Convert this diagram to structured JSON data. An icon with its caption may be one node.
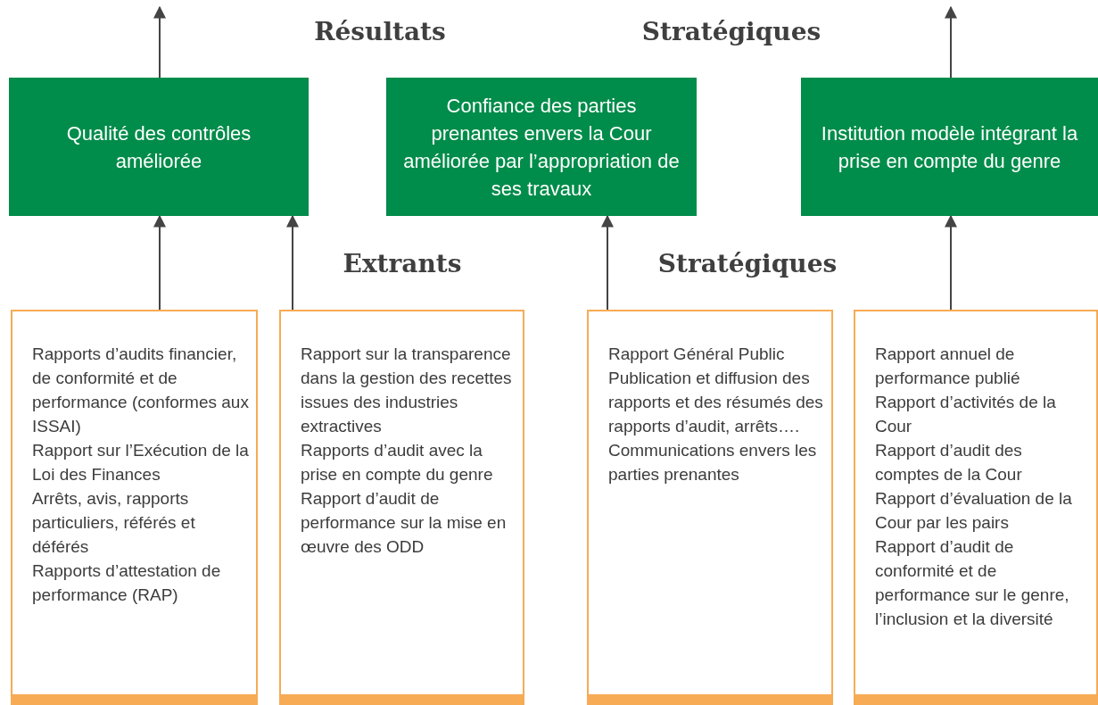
{
  "diagram": {
    "nodes": [
      {
        "text": [
          "Qualité des contrôles améliorée"
        ]
      },
      {
        "text": [
          "Confiance des parties prenantes envers la Cour améliorée par l’appropriation de ses travaux"
        ]
      },
      {
        "text": [
          "Institution modèle intégrant la prise en compte du genre"
        ]
      },
      {
        "text": [
          "Rapports d’audits financier, de conformité et de performance (conformes aux ISSAI)",
          "Rapport sur l’Exécution de la Loi des Finances",
          "Arrêts, avis, rapports particuliers, référés et déférés",
          "Rapports d’attestation de performance (RAP)"
        ]
      },
      {
        "text": [
          "Rapport sur la transparence dans la gestion des recettes issues des industries extractives",
          "Rapports d’audit avec la prise en compte du genre",
          "Rapport d’audit de performance sur la mise en œuvre des ODD"
        ]
      },
      {
        "text": [
          "Rapport Général Public",
          "Publication et diffusion des rapports et des résumés des rapports d’audit, arrêts….",
          "Communications envers les parties prenantes"
        ]
      },
      {
        "text": [
          "Rapport annuel de performance publié",
          "Rapport d’activités de la Cour",
          "Rapport d’audit des comptes de la Cour",
          "Rapport d’évaluation de la Cour par les pairs",
          "Rapport d’audit de conformité et de performance sur le genre, l’inclusion et la diversité"
        ]
      }
    ],
    "edges": [
      {
        "from": 0,
        "to": null,
        "arrow": "to"
      },
      {
        "from": 2,
        "to": null,
        "arrow": "to"
      },
      {
        "from": 3,
        "to": 0,
        "arrow": "to"
      },
      {
        "from": 4,
        "to": 0,
        "arrow": "to"
      },
      {
        "from": 5,
        "to": 1,
        "arrow": "to"
      },
      {
        "from": 6,
        "to": 2,
        "arrow": "to"
      }
    ],
    "labels": [
      "Résultats",
      "Stratégiques",
      "Extrants",
      "Stratégiques"
    ]
  }
}
